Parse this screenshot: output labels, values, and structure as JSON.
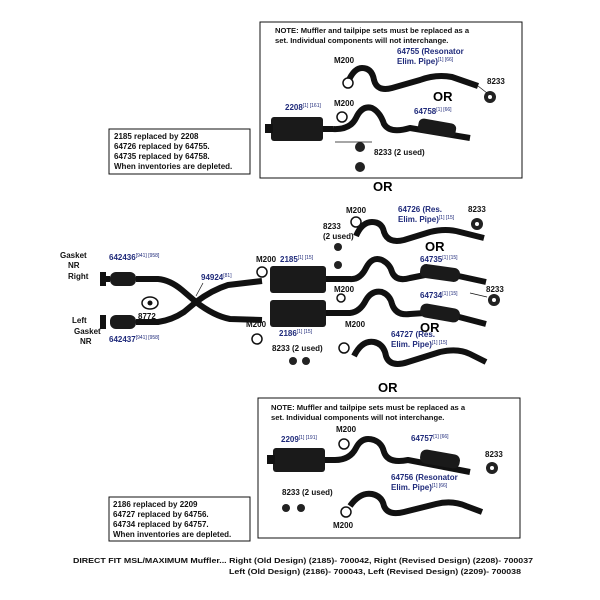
{
  "top_box": {
    "note_line1": "NOTE: Muffler and tailpipe sets must be replaced as a",
    "note_line2": "set. Individual components will not interchange.",
    "m200_a": "M200",
    "m200_b": "M200",
    "resonator_part": "64755 (Resonator",
    "resonator_part2": "Elim. Pipe)",
    "resonator_sup": "[1] [66]",
    "hanger_a": "8233",
    "muffler_part": "2208",
    "muffler_sup": "[1] [161]",
    "tailpipe_part": "64758",
    "tailpipe_sup": "[1] [66]",
    "hanger_b": "8233 (2 used)"
  },
  "top_replace_note": {
    "line1": "2185 replaced by 2208",
    "line2": "64726 replaced by 64755.",
    "line3": "64735 replaced by 64758.",
    "line4": "When inventories are depleted."
  },
  "or_labels": {
    "or1": "OR",
    "or2": "OR",
    "or3": "OR",
    "or4": "OR",
    "or5": "OR"
  },
  "middle": {
    "gasket_right1": "Gasket",
    "gasket_right2": "NR",
    "right_label": "Right",
    "pipe_right": "642436",
    "pipe_right_sup": "[941] [958]",
    "ypipe": "94924",
    "ypipe_sup": "[81]",
    "gasket_8772": "8772",
    "left_label": "Left",
    "gasket_left1": "Gasket",
    "gasket_left2": "NR",
    "pipe_left": "642437",
    "pipe_left_sup": "[941] [958]",
    "m200_r": "M200",
    "muffler_r": "2185",
    "muffler_r_sup": "[1] [15]",
    "m200_l": "M200",
    "muffler_l": "2186",
    "muffler_l_sup": "[1] [15]",
    "m200_tp": "M200",
    "hanger_2used_a1": "8233",
    "hanger_2used_a2": "(2 used)",
    "res_a1": "64726 (Res.",
    "res_a2": "Elim. Pipe)",
    "res_a_sup": "[1] [15]",
    "hanger_r": "8233",
    "tail_r": "64735",
    "tail_r_sup": "[1] [15]",
    "m200_mid": "M200",
    "tail_l": "64734",
    "tail_l_sup": "[1] [15]",
    "hanger_m": "8233",
    "m200_low": "M200",
    "res_b1": "64727 (Res.",
    "res_b2": "Elim. Pipe)",
    "res_b_sup": "[1] [15]",
    "hanger_2used_b": "8233 (2 used)"
  },
  "bottom_box": {
    "note_line1": "NOTE: Muffler and tailpipe sets must be replaced as a",
    "note_line2": "set. Individual components will not interchange.",
    "muffler_part": "2209",
    "muffler_sup": "[1] [191]",
    "m200_a": "M200",
    "tailpipe_part": "64757",
    "tailpipe_sup": "[1] [66]",
    "hanger_a": "8233",
    "resonator1": "64756 (Resonator",
    "resonator2": "Elim. Pipe)",
    "resonator_sup": "[1] [66]",
    "hanger_b": "8233 (2 used)",
    "m200_b": "M200"
  },
  "bottom_replace_note": {
    "line1": "2186 replaced by 2209",
    "line2": "64727 replaced by 64756.",
    "line3": "64734 replaced by 64757.",
    "line4": "When inventories are depleted."
  },
  "footer": {
    "line1": "DIRECT FIT MSL/MAXIMUM Muffler... Right (Old Design) (2185)- 700042, Right (Revised Design) (2208)- 700037",
    "line2": "Left (Old Design) (2186)- 700043, Left (Revised Design) (2209)- 700038"
  }
}
